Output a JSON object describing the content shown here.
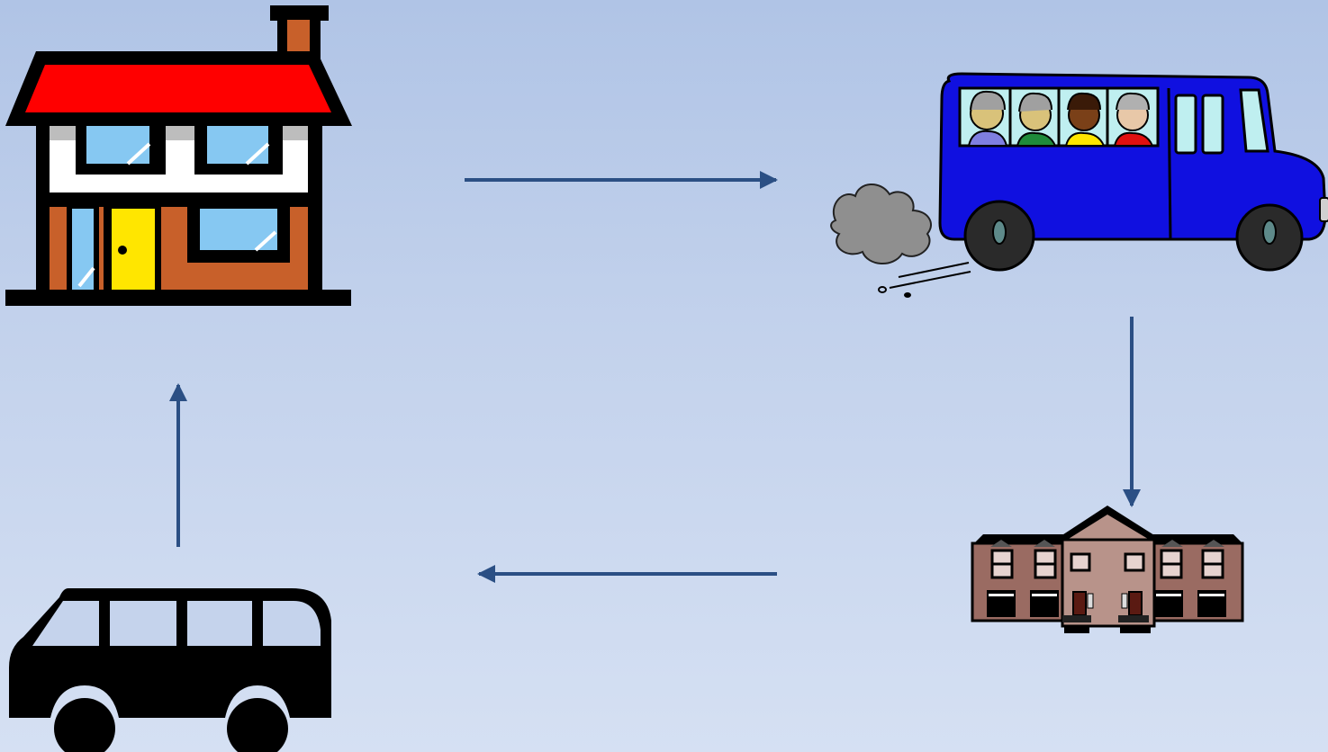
{
  "diagram": {
    "type": "cycle",
    "nodes": [
      {
        "id": "home",
        "icon": "house-icon"
      },
      {
        "id": "bus",
        "icon": "school-bus-icon"
      },
      {
        "id": "school",
        "icon": "school-building-icon"
      },
      {
        "id": "van",
        "icon": "van-silhouette-icon"
      }
    ],
    "edges": [
      {
        "from": "home",
        "to": "bus"
      },
      {
        "from": "bus",
        "to": "school"
      },
      {
        "from": "school",
        "to": "van"
      },
      {
        "from": "van",
        "to": "home"
      }
    ]
  },
  "colors": {
    "background_top": "#b0c4e6",
    "background_bottom": "#d5e0f3",
    "arrow": "#2b4f84",
    "house_roof": "#ff0000",
    "house_wall": "#c8602a",
    "house_door": "#ffe600",
    "window_glass": "#86c8f2",
    "bus_body": "#1010e0",
    "school_wall": "#9a6b62",
    "van": "#000000"
  }
}
